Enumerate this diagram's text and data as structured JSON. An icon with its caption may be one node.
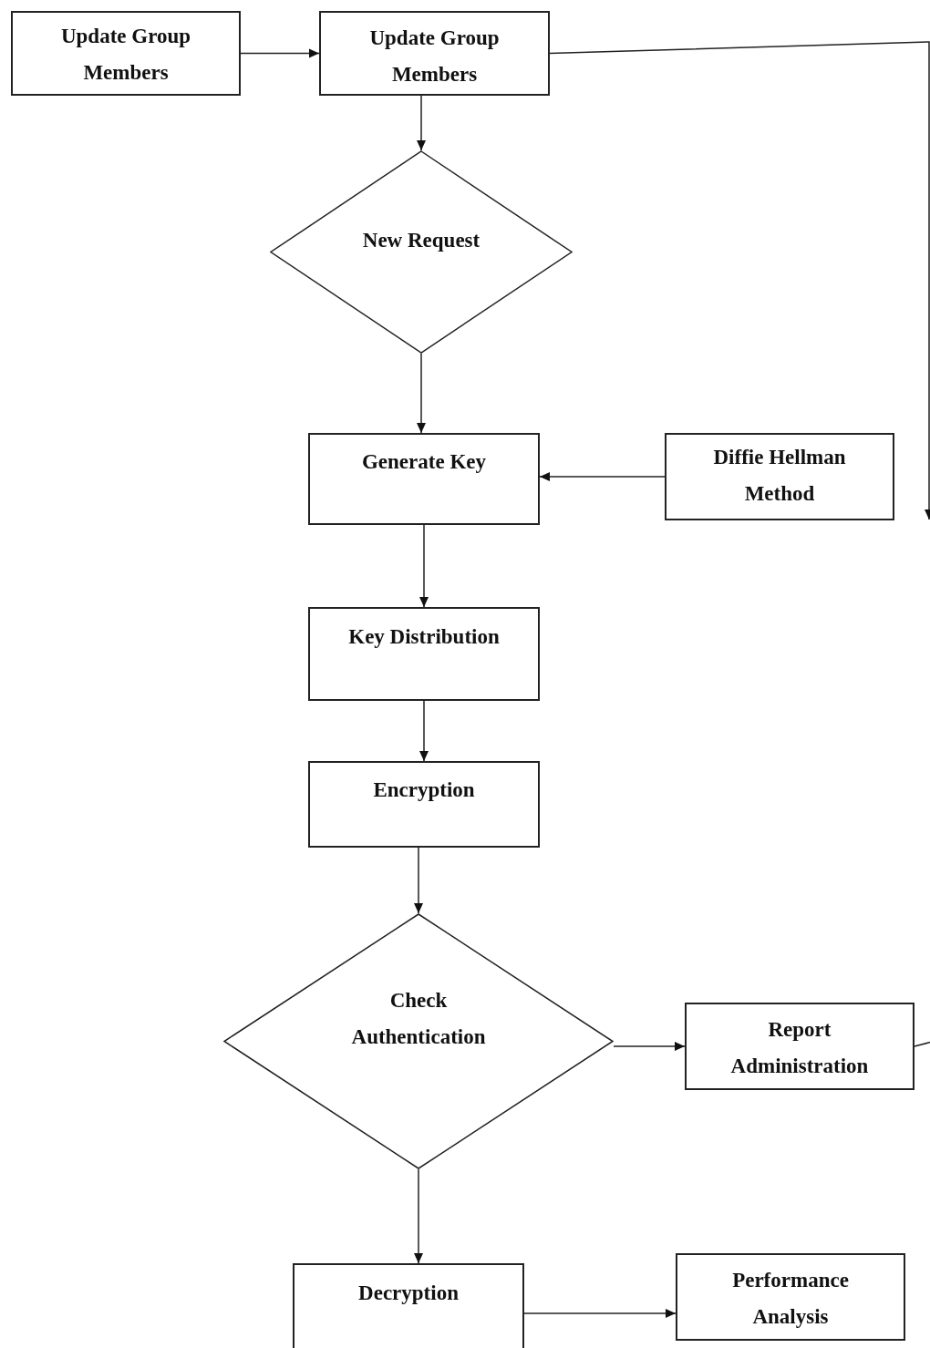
{
  "diagram": {
    "nodes": [
      {
        "text": [
          "Update Group Members"
        ]
      },
      {
        "text": [
          "Update Group Members"
        ]
      },
      {
        "text": [
          "New Request"
        ]
      },
      {
        "text": [
          "Generate Key"
        ]
      },
      {
        "text": [
          "Diffie Hellman Method"
        ]
      },
      {
        "text": [
          "Key Distribution"
        ]
      },
      {
        "text": [
          "Encryption"
        ]
      },
      {
        "text": [
          "Check Authentication"
        ]
      },
      {
        "text": [
          "Report Administration"
        ]
      },
      {
        "text": [
          "Decryption"
        ]
      },
      {
        "text": [
          "Performance Analysis"
        ]
      }
    ],
    "edges": [
      {
        "from": 0,
        "to": 1,
        "arrow": "to"
      },
      {
        "from": 1,
        "to": null,
        "arrow": "to"
      },
      {
        "from": 1,
        "to": 2,
        "arrow": "to"
      },
      {
        "from": 2,
        "to": 3,
        "arrow": "to"
      },
      {
        "from": 4,
        "to": 3,
        "arrow": "to"
      },
      {
        "from": 3,
        "to": 5,
        "arrow": "to"
      },
      {
        "from": 5,
        "to": 6,
        "arrow": "to"
      },
      {
        "from": 6,
        "to": 7,
        "arrow": "to"
      },
      {
        "from": 7,
        "to": 8,
        "arrow": "to"
      },
      {
        "from": 8,
        "to": null,
        "arrow": "none"
      },
      {
        "from": 7,
        "to": 9,
        "arrow": "to"
      },
      {
        "from": 9,
        "to": 10,
        "arrow": "to"
      }
    ]
  }
}
